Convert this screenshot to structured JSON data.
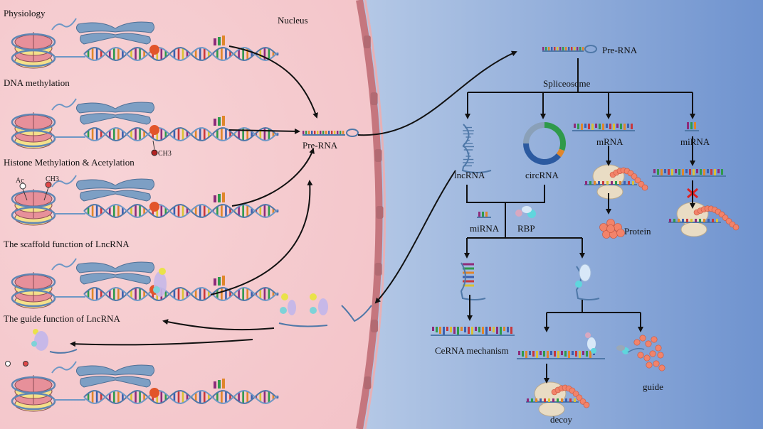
{
  "nucleus": {
    "title": "Nucleus",
    "sections": [
      "Physiology",
      "DNA methylation",
      "Histone Methylation & Acetylation",
      "The scaffold function of LncRNA",
      "The guide function of LncRNA"
    ],
    "marks": {
      "ac": "Ac",
      "ch3_top": "CH3",
      "ch3_methyl": "CH3"
    },
    "pre_rna": "Pre-RNA"
  },
  "cytoplasm": {
    "pre_rna": "Pre-RNA",
    "spliceosome": "Spliceosome",
    "products": [
      "lncRNA",
      "circRNA",
      "mRNA",
      "miRNA"
    ],
    "protein": "Protein",
    "mirna": "miRNA",
    "rbp": "RBP",
    "cerna": "CeRNA mechanism",
    "decoy": "decoy",
    "guide": "guide"
  },
  "colors": {
    "nucleus_bg": "#f3c3c8",
    "membrane": "#c5767e",
    "cytoplasm_start": "#f2f5fb",
    "cytoplasm_end": "#6f93cf",
    "chromosome": "#7d9fc4",
    "ribosome": "#e9dcc4",
    "bead": "#f2836a"
  }
}
